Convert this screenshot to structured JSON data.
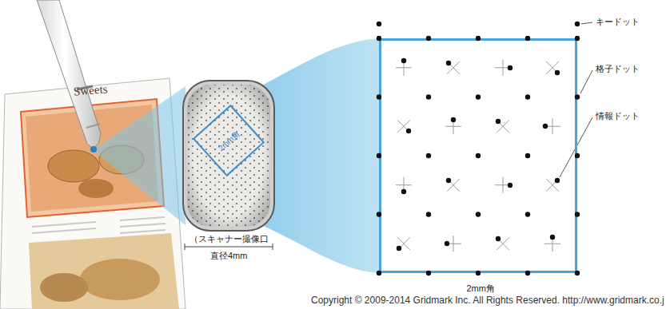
{
  "diagram": {
    "nodes": [
      {
        "text": [
          "（スキャナー撮像口",
          "直径4mm"
        ]
      },
      {
        "text": [
          "2mm角"
        ],
        "in": 0
      },
      {
        "text": [
          "2mm角"
        ]
      }
    ],
    "labels": [
      "キードット",
      "格子ドット",
      "情報ドット",
      "Sweets",
      "Copyright © 2009-2014 Gridmark Inc. All Rights Reserved. http://www.gridmark.co.j"
    ]
  }
}
